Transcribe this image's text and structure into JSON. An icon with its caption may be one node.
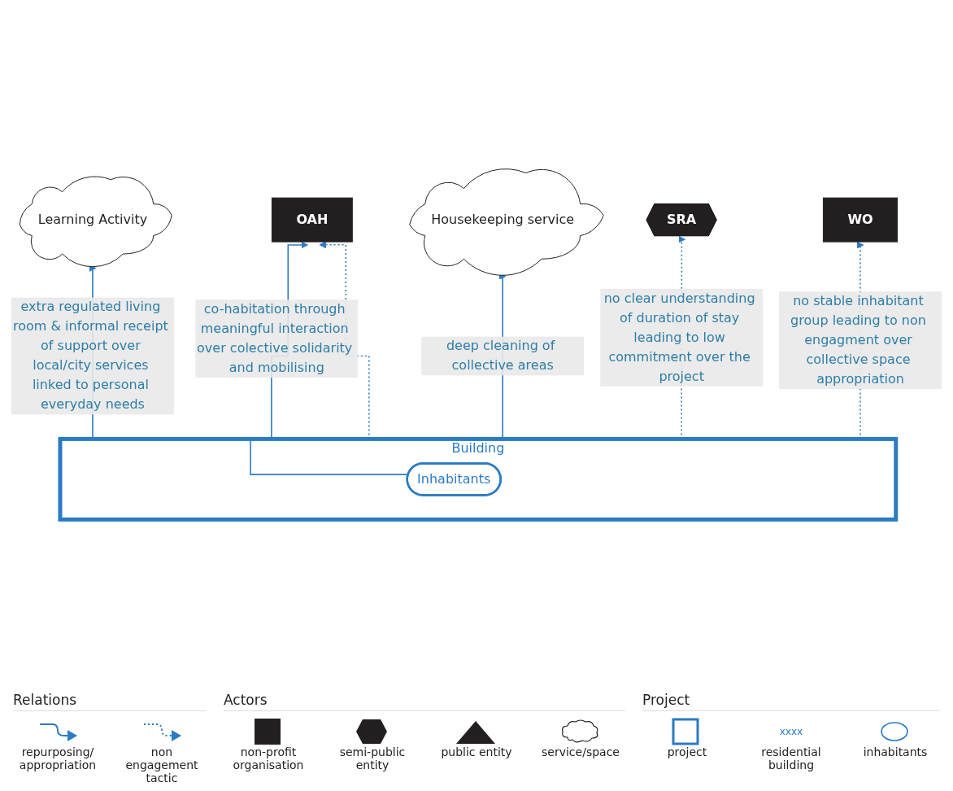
{
  "diagram": {
    "nodes": [
      {
        "text": [
          "OAH"
        ]
      },
      {
        "text": [
          "WO"
        ]
      },
      {
        "text": [
          "SRA"
        ]
      },
      {
        "text": [
          "Learning Activity"
        ]
      },
      {
        "text": [
          "Housekeeping service"
        ]
      },
      {
        "text": [
          "Building"
        ]
      },
      {
        "text": [
          "Inhabitants"
        ],
        "in": 5
      }
    ],
    "edges": [
      {
        "from": 5,
        "to": 0,
        "arrow": "to",
        "label": "co-habitation through meaningful interaction over colective solidarity and mobilising"
      },
      {
        "from": 5,
        "to": 4,
        "arrow": "to",
        "label": "deep cleaning of collective areas"
      },
      {
        "from": 6,
        "to": 3,
        "arrow": "to",
        "label": "extra regulated living room & informal receipt of support over local/city services linked to personal everyday needs"
      },
      {
        "from": 5,
        "to": 2,
        "arrow": "to",
        "style": "dashed",
        "label": "no clear understanding of duration of stay leading to low commitment over the project"
      },
      {
        "from": 5,
        "to": 1,
        "arrow": "to",
        "style": "dashed",
        "label": "no stable inhabitant group leading to non engagment over collective space appropriation"
      },
      {
        "from": 5,
        "to": 0,
        "arrow": "to",
        "style": "dashed"
      }
    ],
    "labels": [
      "Relations",
      "Actors",
      "Project",
      "xxxx"
    ],
    "legend": [
      {
        "text": "repurposing/ appropriation"
      },
      {
        "text": "non engagement tactic"
      },
      {
        "text": "non-profit organisation"
      },
      {
        "text": "semi-public entity"
      },
      {
        "text": "public entity"
      },
      {
        "text": "service/space"
      },
      {
        "text": "project"
      },
      {
        "text": "residential building"
      },
      {
        "text": "inhabitants"
      }
    ]
  }
}
